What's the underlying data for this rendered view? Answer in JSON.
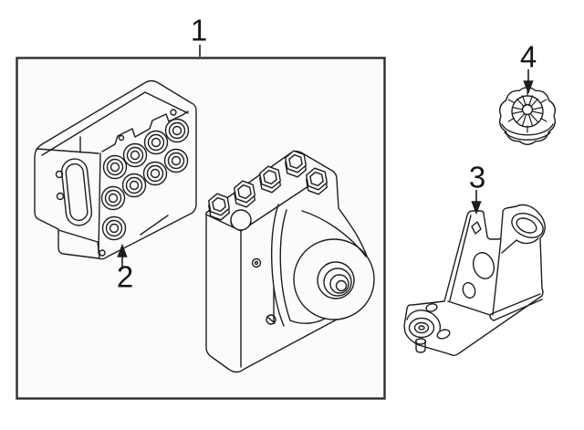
{
  "diagram": {
    "type": "automotive-parts-line-diagram",
    "background_color": "#ffffff",
    "panel_background_color": "#fbfbfb",
    "line_color": "#1e1e1e",
    "box_border_color": "#2d2d2d",
    "label_color": "#151515",
    "callouts": [
      {
        "label": "1"
      },
      {
        "label": "2"
      },
      {
        "label": "3"
      },
      {
        "label": "4"
      }
    ]
  }
}
